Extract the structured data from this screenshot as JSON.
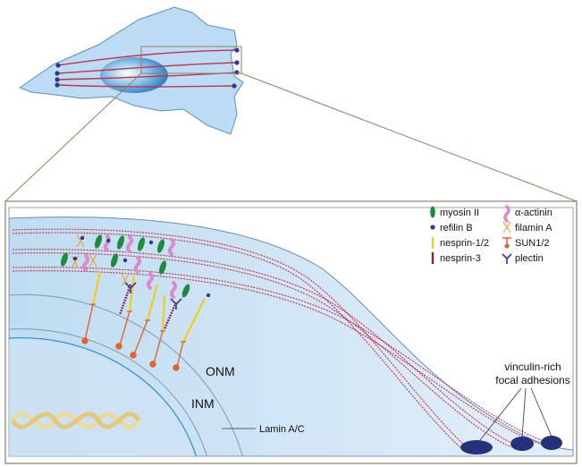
{
  "labels": {
    "onm": "ONM",
    "inm": "INM",
    "lamin": "Lamin A/C",
    "focal_line1": "vinculin-rich",
    "focal_line2": "focal adhesions"
  },
  "legend": {
    "left": [
      "myosin II",
      "refilin B",
      "nesprin-1/2",
      "nesprin-3"
    ],
    "right": [
      "α-actinin",
      "filamin A",
      "SUN1/2",
      "plectin"
    ]
  },
  "colors": {
    "cell_fill": "#bcdcf5",
    "cell_stroke": "#5d8fb8",
    "actin": "#c2334a",
    "myosin": "#1e8a3e",
    "refilin": "#2b3a8f",
    "nesprin12": "#f2cc1b",
    "nesprin3": "#8c1c56",
    "actinin": "#d98cc8",
    "filamin": "#e8a63a",
    "sun": "#e2642b",
    "plectin": "#4d3e8f",
    "frame": "#9a7a66"
  }
}
